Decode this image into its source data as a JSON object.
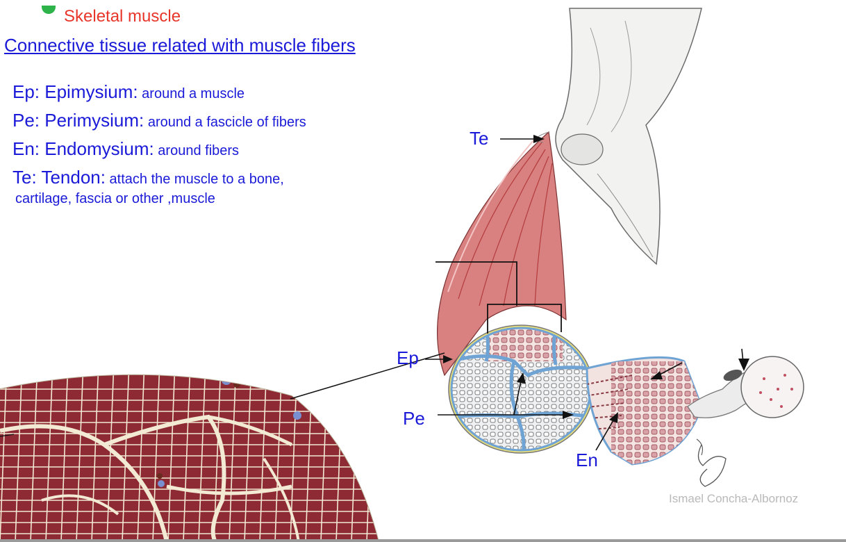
{
  "slide": {
    "title": "Skeletal muscle",
    "subtitle": "Connective tissue related with muscle fibers"
  },
  "definitions": [
    {
      "term": "Ep: Epimysium:",
      "desc": " around a muscle"
    },
    {
      "term": "Pe: Perimysium:",
      "desc": " around a fascicle of fibers"
    },
    {
      "term": "En: Endomysium:",
      "desc": " around fibers"
    },
    {
      "term": "Te: Tendon:",
      "desc": " attach the muscle to a bone,",
      "cont": "cartilage, fascia or other ,muscle"
    }
  ],
  "labels": {
    "te": "Te",
    "ep": "Ep",
    "pe": "Pe",
    "en": "En"
  },
  "credit": "Ismael Concha-Albornoz",
  "colors": {
    "title_red": "#e8352a",
    "text_blue": "#1a1ad8",
    "muscle_fiber": "#8e2a33",
    "muscle_tint": "#c94a4a",
    "epimysium_yellow": "#e8df7a",
    "perimysium_blue": "#6ea3d4"
  },
  "icons": [
    "bullet-dot-icon",
    "signature-mark-icon"
  ]
}
